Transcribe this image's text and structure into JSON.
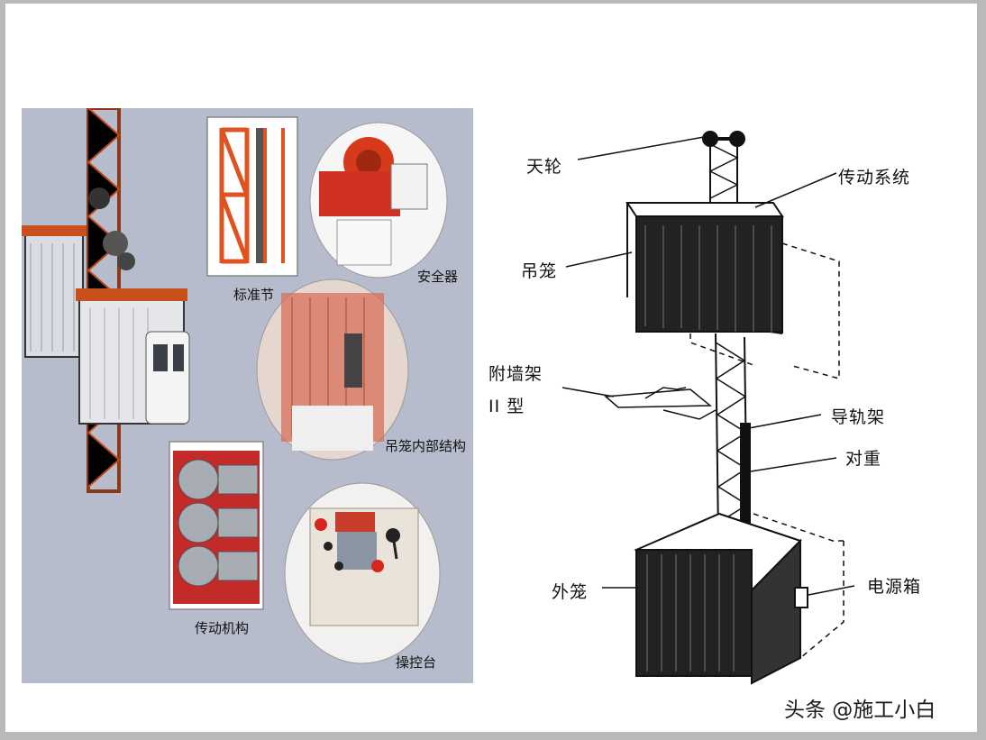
{
  "photo_labels": {
    "standard_section": "标准节",
    "safety_device": "安全器",
    "cage_interior": "吊笼内部结构",
    "drive_mechanism": "传动机构",
    "control_console": "操控台"
  },
  "diagram_labels": {
    "sheave": "天轮",
    "drive_system": "传动系统",
    "cage": "吊笼",
    "wall_bracket": "附墙架",
    "type_ii": "II 型",
    "guide_mast": "导轨架",
    "counterweight": "对重",
    "outer_cage": "外笼",
    "power_box": "电源箱"
  },
  "watermark": "头条 @施工小白",
  "colors": {
    "photo_bg": "#b7bccc",
    "mast_orange": "#e0521f",
    "ink": "#111111"
  }
}
